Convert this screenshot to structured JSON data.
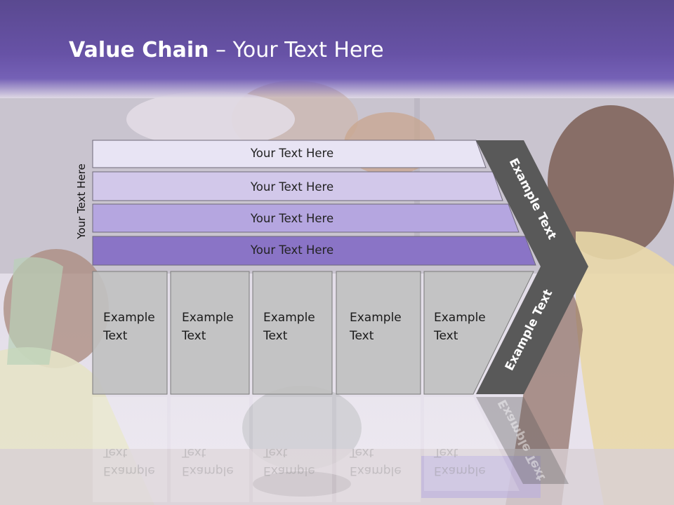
{
  "title": {
    "bold": "Value Chain",
    "rest": " – Your Text Here"
  },
  "side_label": "Your Text Here",
  "bars": [
    {
      "label": "Your Text Here",
      "color": "#e8e4f4"
    },
    {
      "label": "Your Text Here",
      "color": "#d2c8ea"
    },
    {
      "label": "Your Text Here",
      "color": "#b5a6e0"
    },
    {
      "label": "Your Text Here",
      "color": "#8a74c6"
    }
  ],
  "boxes": [
    {
      "label": "Example\nText"
    },
    {
      "label": "Example\nText"
    },
    {
      "label": "Example\nText"
    },
    {
      "label": "Example\nText"
    },
    {
      "label": "Example\nText"
    }
  ],
  "chevron": {
    "top_label": "Example Text",
    "bottom_label": "Example Text",
    "color": "#595959"
  },
  "colors": {
    "title_band": "#6752a6",
    "box_fill": "#c0c0c0"
  }
}
